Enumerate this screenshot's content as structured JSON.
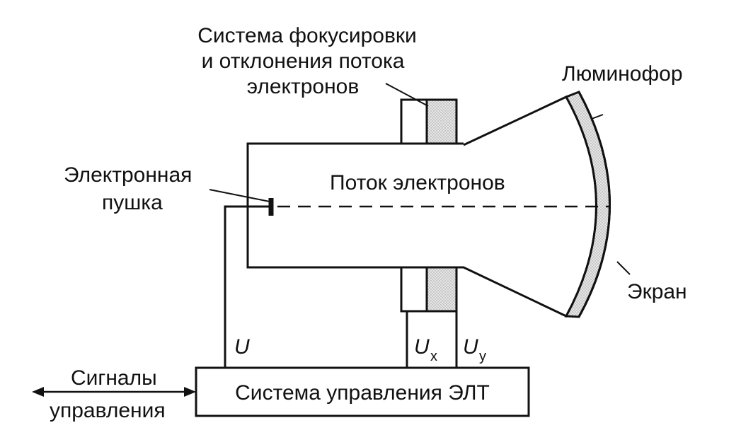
{
  "labels": {
    "focus_line1": "Система фокусировки",
    "focus_line2": "и отклонения потока",
    "focus_line3": "электронов",
    "phosphor": "Люминофор",
    "gun_line1": "Электронная",
    "gun_line2": "пушка",
    "beam": "Поток электронов",
    "screen": "Экран",
    "u": "U",
    "ux_main": "U",
    "ux_sub": "x",
    "uy_main": "U",
    "uy_sub": "y",
    "signals_line1": "Сигналы",
    "signals_line2": "управления",
    "control_box": "Система управления ЭЛТ"
  },
  "colors": {
    "ink": "#111111",
    "background": "#ffffff",
    "coil_shade": "#d9d9d9"
  }
}
